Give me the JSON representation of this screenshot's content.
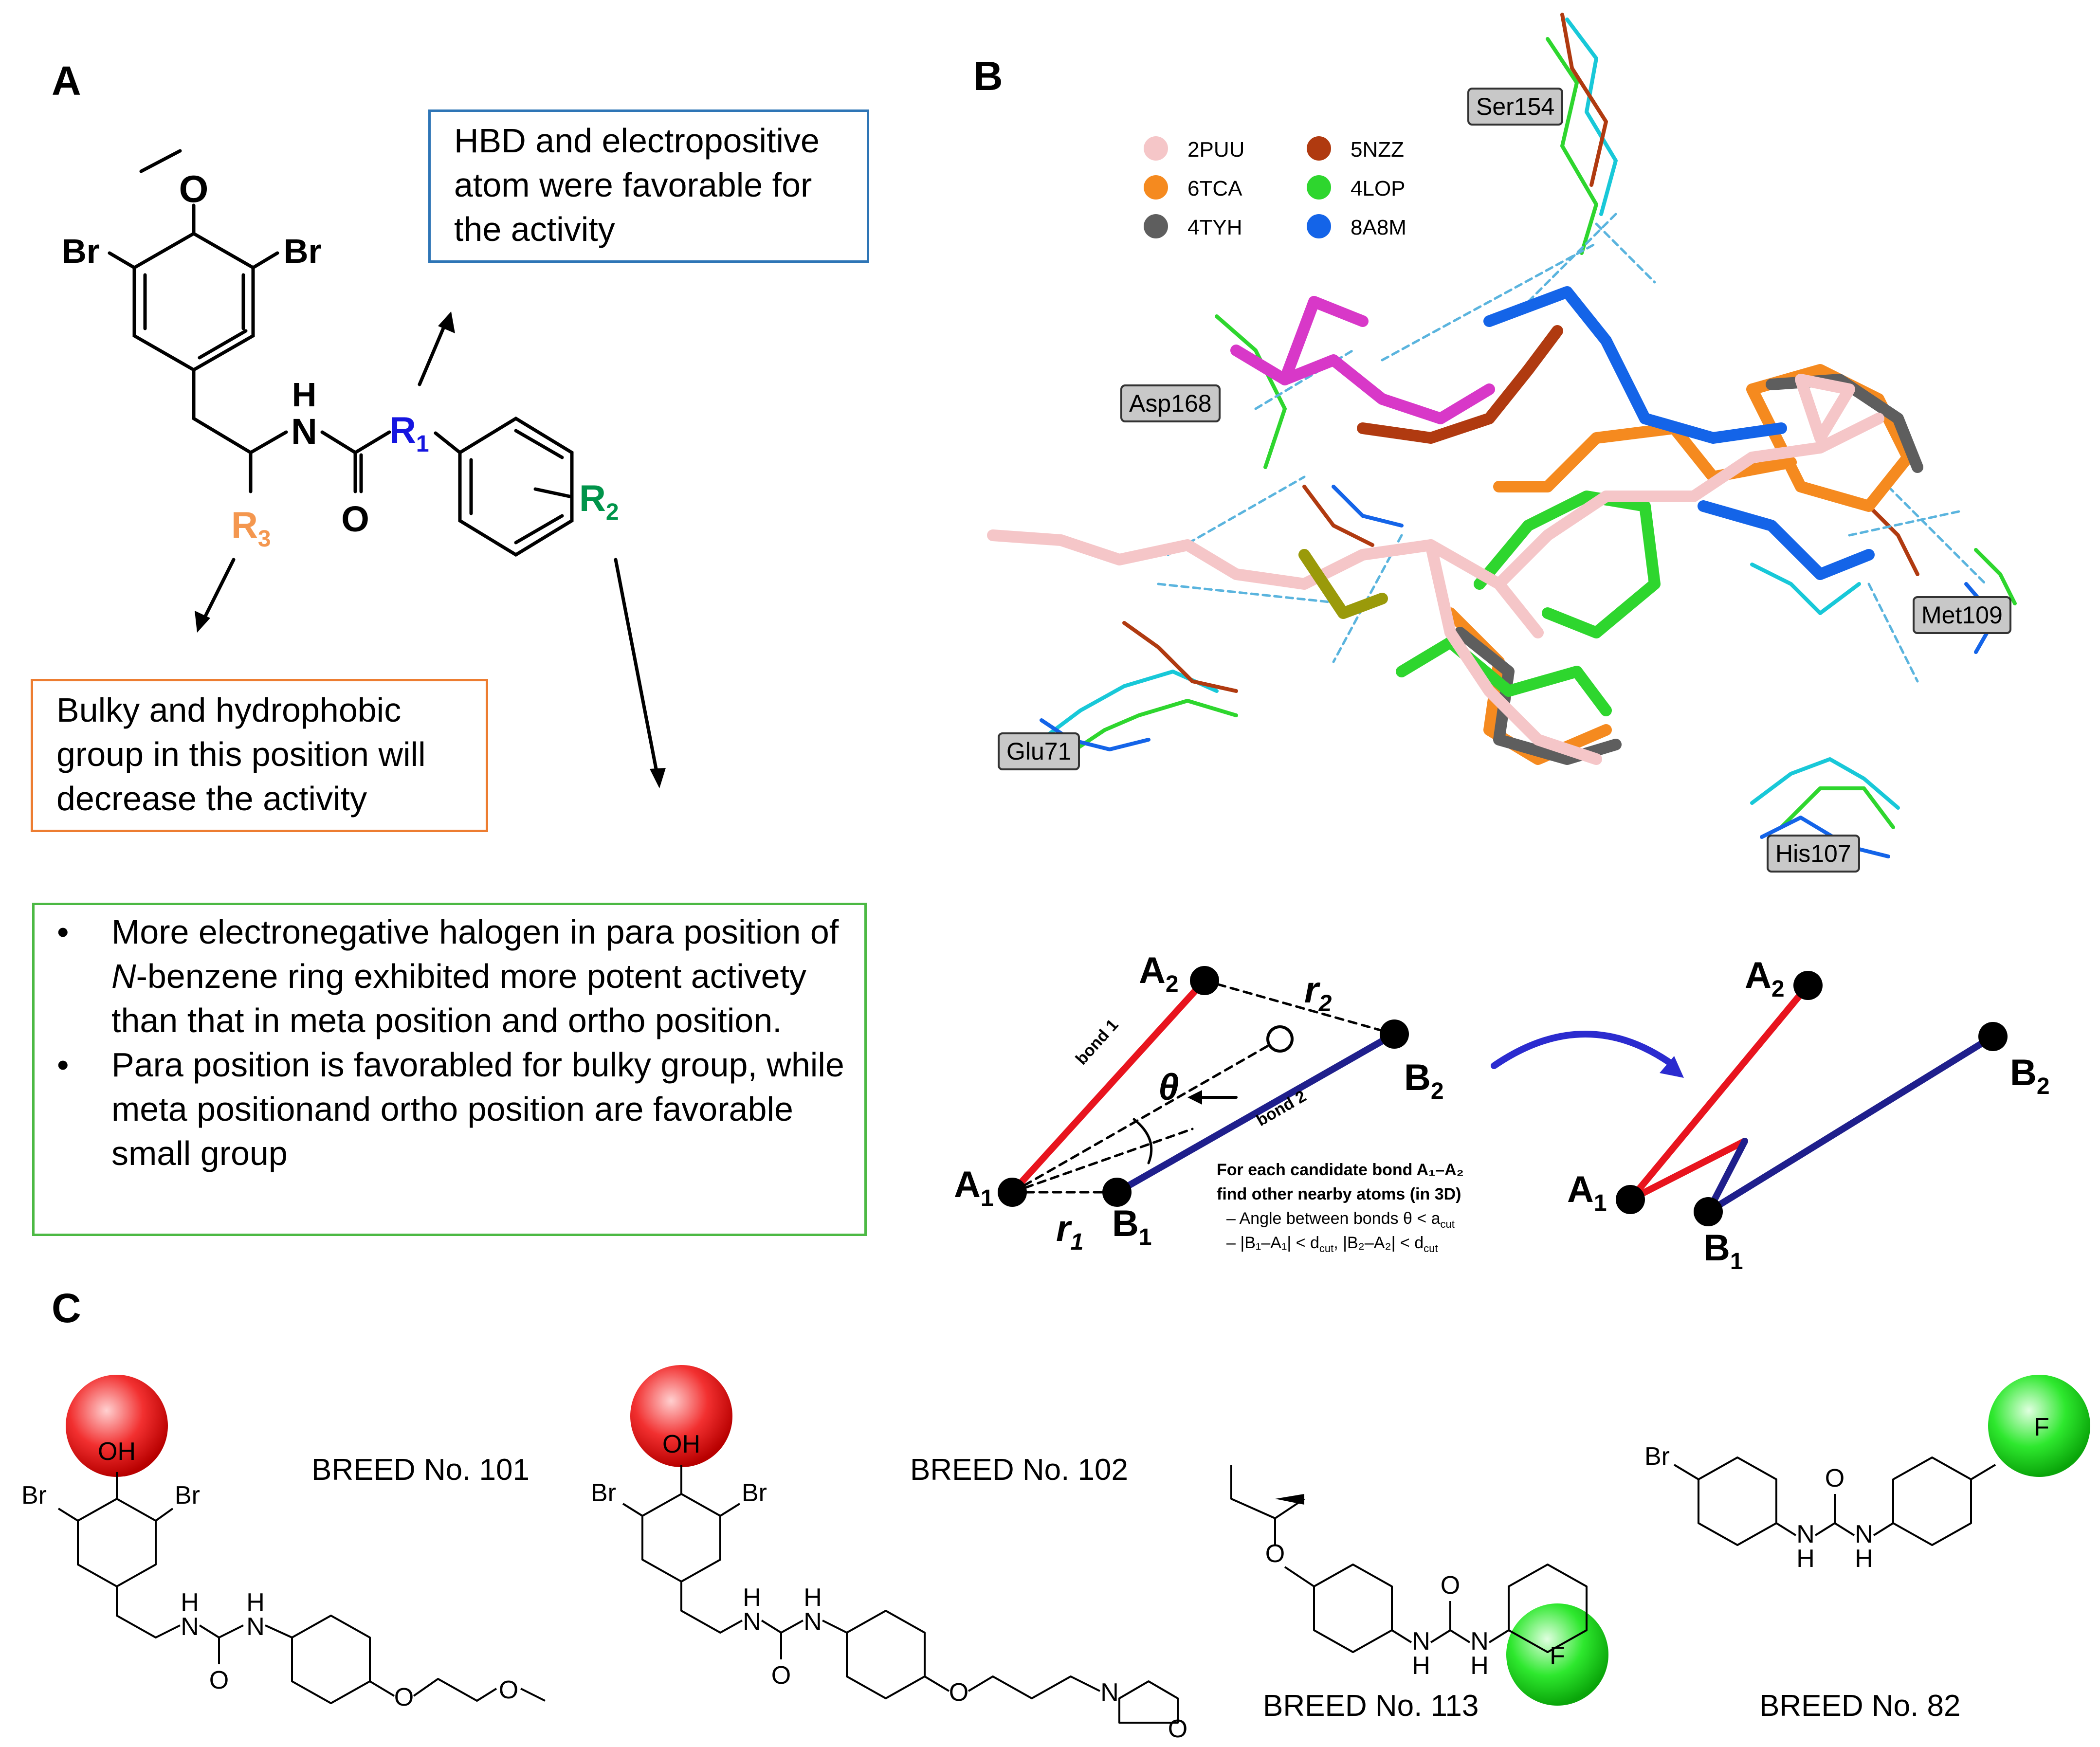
{
  "panel_a": {
    "label": "A",
    "atoms": {
      "o": "O",
      "br_left": "Br",
      "br_right": "Br",
      "h": "H",
      "n": "N",
      "r1": "R",
      "r1_sub": "1",
      "r2": "R",
      "r2_sub": "2",
      "r3": "R",
      "r3_sub": "3",
      "o_carbonyl": "O"
    },
    "colors": {
      "r1": "#1515E0",
      "r2": "#00944A",
      "r3": "#F4974F"
    },
    "box_hbd": "HBD and electropositive atom were favorable for the activity",
    "box_bulky": "Bulky and hydrophobic group in this position will decrease the activity",
    "bullets": [
      {
        "pre": "More electronegative halogen in para position of ",
        "em": "N",
        "post": "-benzene ring exhibited more potent activety than that in meta position and ortho position."
      },
      {
        "pre": "Para position is favorabled for bulky group, while meta positionand ortho position are favorable small group",
        "em": "",
        "post": ""
      }
    ]
  },
  "panel_b": {
    "label": "B",
    "legend": [
      {
        "code": "2PUU",
        "color": "#F5C6C8"
      },
      {
        "code": "6TCA",
        "color": "#F58A1F"
      },
      {
        "code": "4TYH",
        "color": "#5E5E5E"
      },
      {
        "code": "5NZZ",
        "color": "#B03A10"
      },
      {
        "code": "4LOP",
        "color": "#2ED62E"
      },
      {
        "code": "8A8M",
        "color": "#1464E8"
      }
    ],
    "residues": [
      "Ser154",
      "Asp168",
      "Met109",
      "Glu71",
      "His107"
    ],
    "bond_diagram": {
      "a1": "A",
      "a2": "A",
      "b1": "B",
      "b2": "B",
      "sub1": "1",
      "sub2": "2",
      "r1": "r",
      "r2": "r",
      "theta": "θ",
      "bond1": "bond 1",
      "bond2": "bond 2",
      "caption_line1": "For each candidate bond A₁–A₂",
      "caption_line2": "find other nearby atoms (in 3D)",
      "caption_line3": "–  Angle between bonds θ < a",
      "caption_line3_sub": "cut",
      "caption_line4": "–  |B₁–A₁| < d",
      "caption_line4_sub": "cut",
      "caption_line4_mid": ", |B₂–A₂| < d",
      "caption_line4_sub2": "cut"
    }
  },
  "panel_c": {
    "label": "C",
    "compounds": [
      {
        "name": "BREED No. 101"
      },
      {
        "name": "BREED No. 102"
      },
      {
        "name": "BREED No. 113"
      },
      {
        "name": "BREED No. 82"
      }
    ],
    "atom_labels": {
      "oh": "OH",
      "br": "Br",
      "h": "H",
      "n": "N",
      "o": "O",
      "f": "F"
    }
  }
}
